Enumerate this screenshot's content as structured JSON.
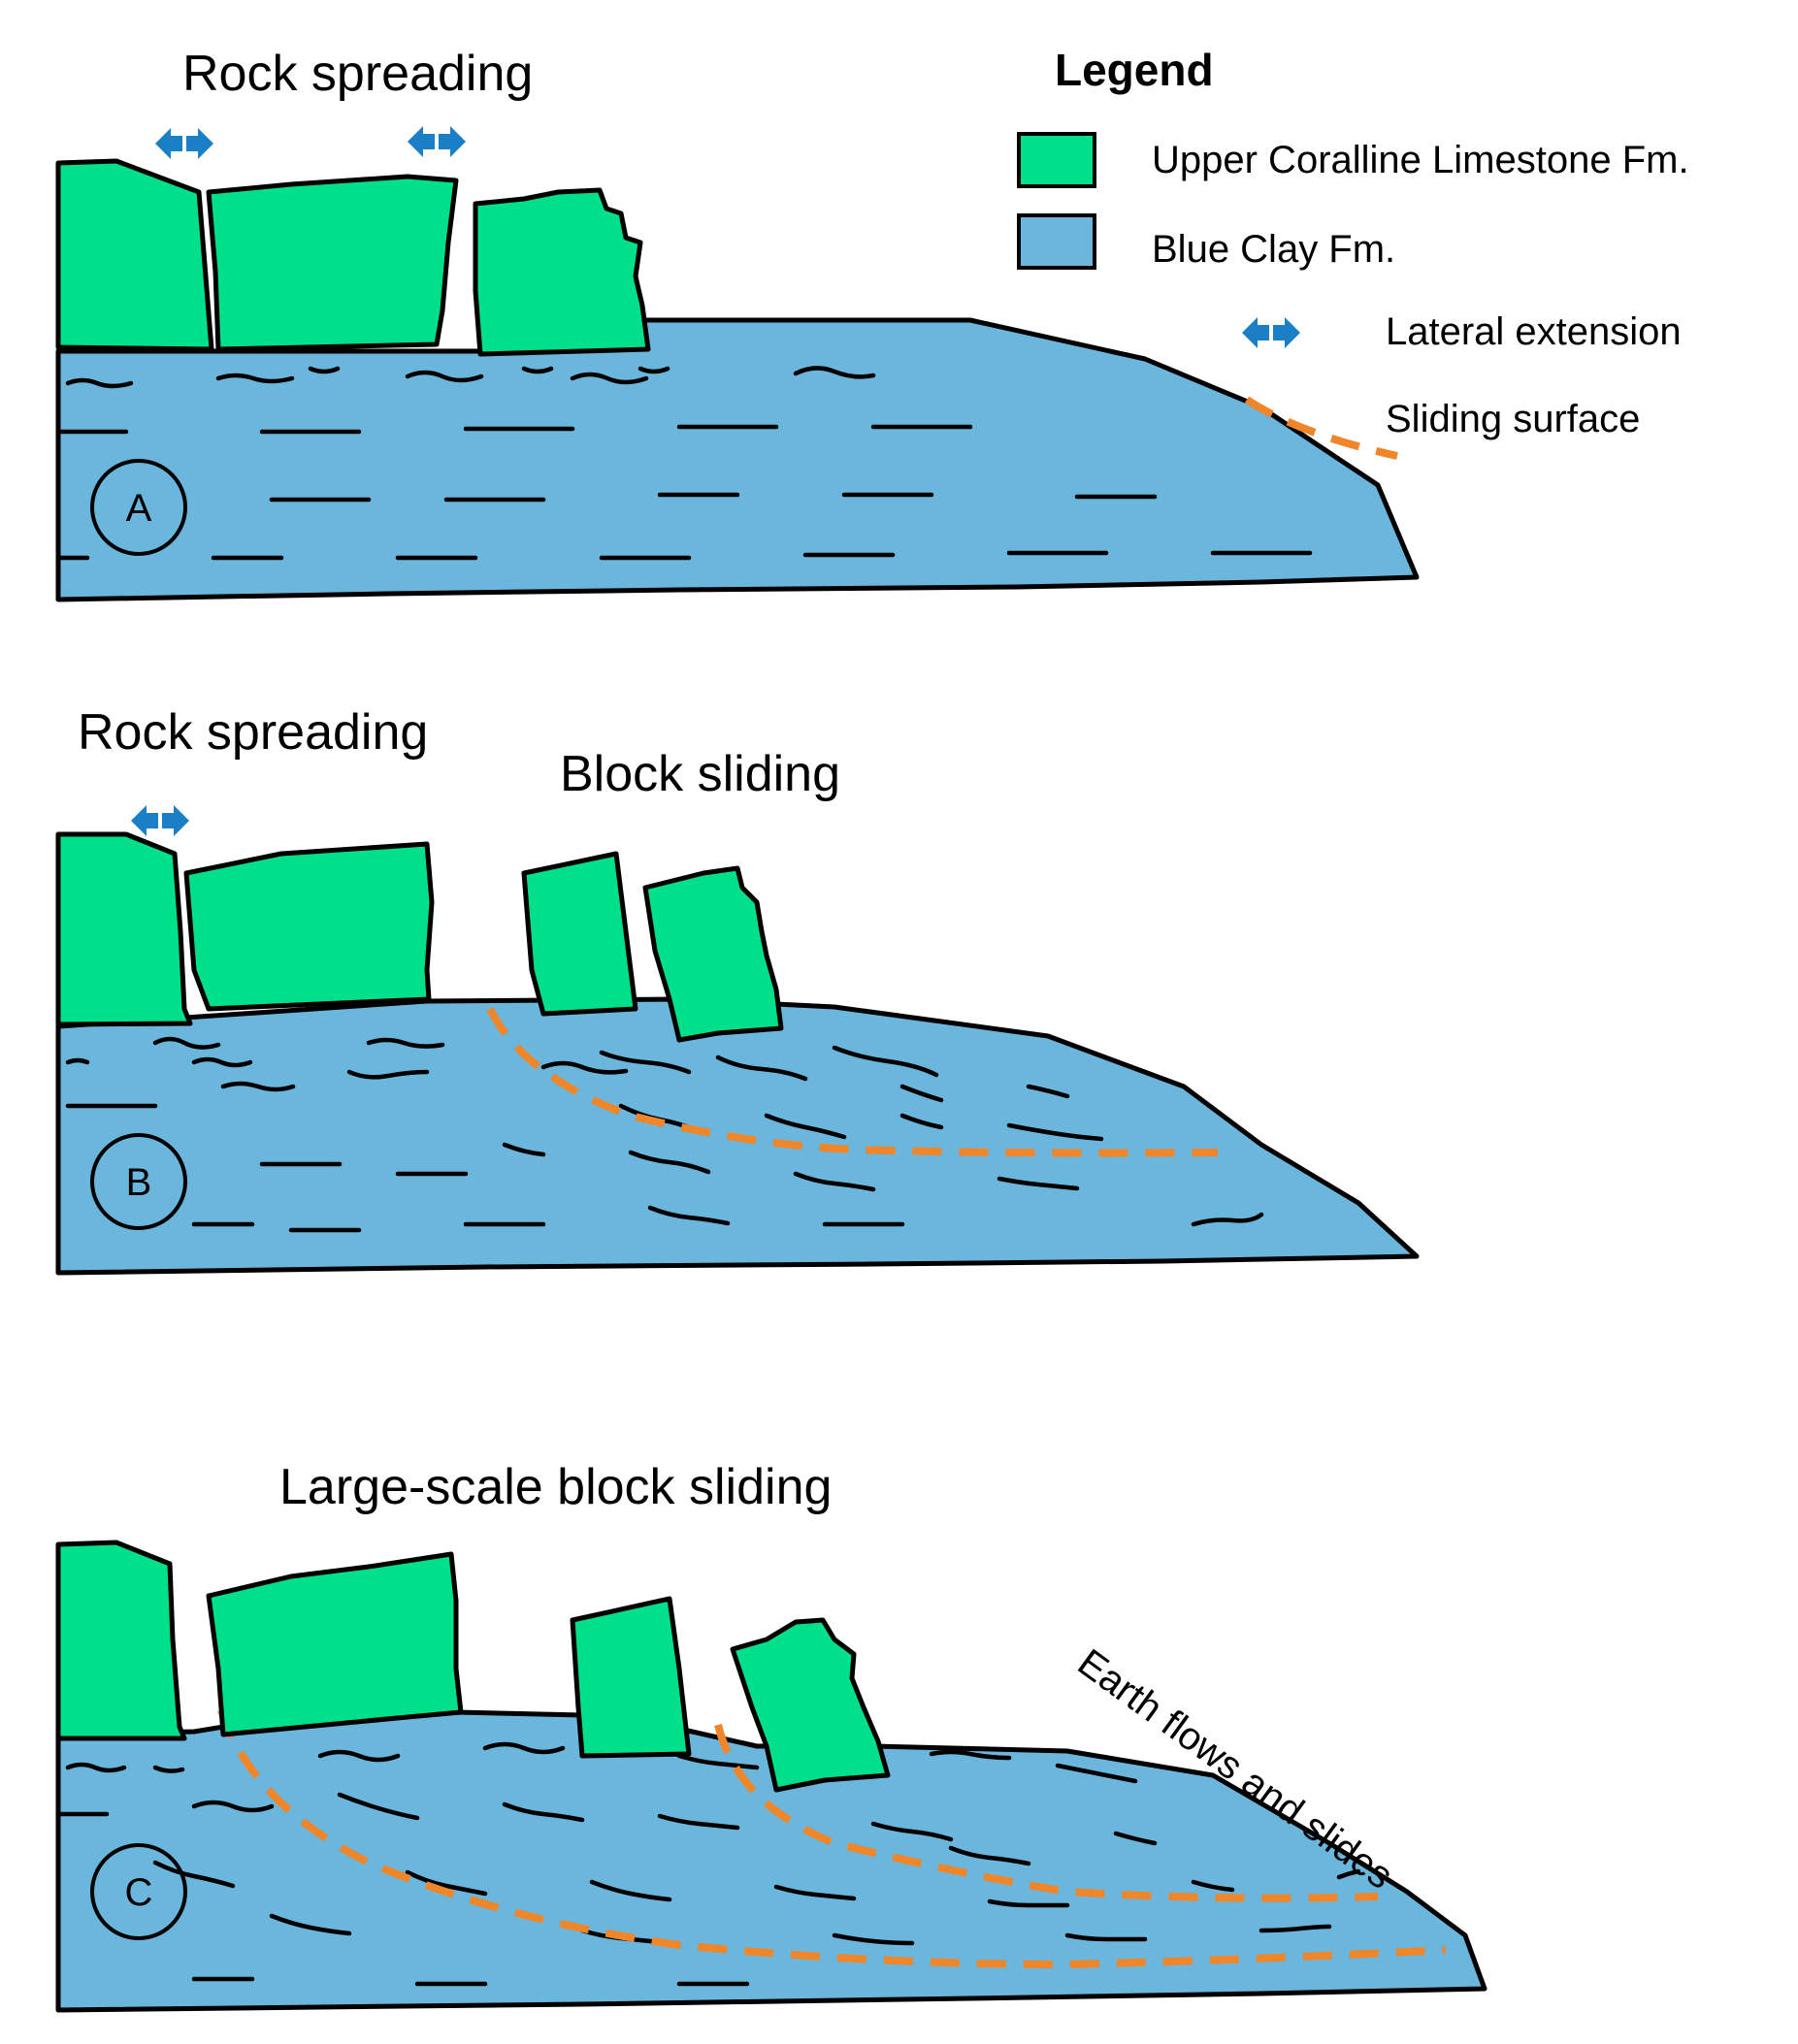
{
  "panels": [
    {
      "id": "A",
      "titles": [
        "Rock spreading"
      ]
    },
    {
      "id": "B",
      "titles": [
        "Rock spreading",
        "Block sliding"
      ]
    },
    {
      "id": "C",
      "titles": [
        "Large-scale block sliding"
      ],
      "annotation": "Earth flows and slides"
    }
  ],
  "legend": {
    "title": "Legend",
    "items": [
      {
        "label": "Upper Coralline Limestone Fm.",
        "color": "#00e08a",
        "symbol": "swatch"
      },
      {
        "label": "Blue Clay Fm.",
        "color": "#6bb6dd",
        "symbol": "swatch"
      },
      {
        "label": "Lateral extension",
        "color": "#1a7fc4",
        "symbol": "double-arrow-icon"
      },
      {
        "label": "Sliding surface",
        "color": "#f0862a",
        "symbol": "dashed-line"
      }
    ]
  }
}
